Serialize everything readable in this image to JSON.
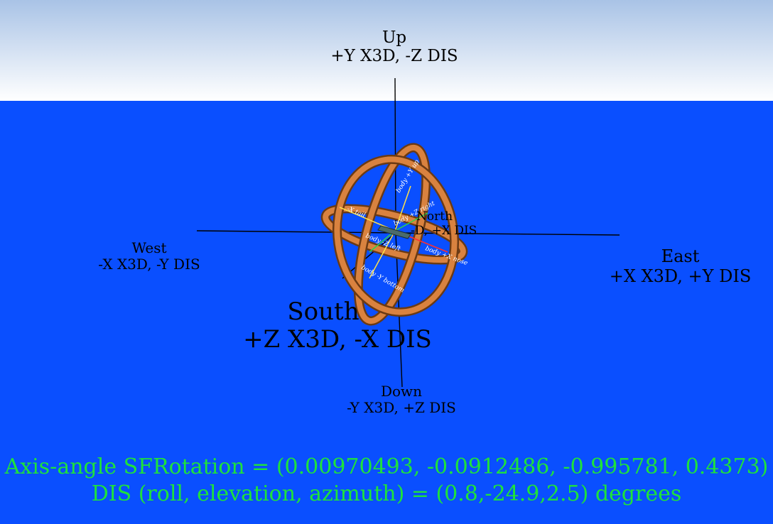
{
  "labels": {
    "up": {
      "name": "Up",
      "detail": "+Y X3D, -Z DIS"
    },
    "down": {
      "name": "Down",
      "detail": "-Y X3D, +Z DIS"
    },
    "west": {
      "name": "West",
      "detail": "-X X3D, -Y DIS"
    },
    "east": {
      "name": "East",
      "detail": "+X X3D, +Y DIS"
    },
    "south": {
      "name": "South",
      "detail": "+Z X3D, -X DIS"
    },
    "north": {
      "name": "North",
      "detail": "-D, +X DIS"
    }
  },
  "body_axes": {
    "up": "body +Y up",
    "bottom": "body -Y bottom",
    "tail": "-X tail",
    "nose": "body +X nose",
    "left": "body -Z left",
    "right": "body +Z right"
  },
  "hud": {
    "line1": "Axis-angle SFRotation = (0.00970493, -0.0912486, -0.995781, 0.4373)",
    "line2": "DIS (roll, elevation, azimuth) = (0.8,-24.9,2.5) degrees"
  },
  "colors": {
    "sky_top": "#a9c3e6",
    "ground": "#0a4fff",
    "ring": "#d9823f",
    "hud_text": "#1ee33a"
  }
}
